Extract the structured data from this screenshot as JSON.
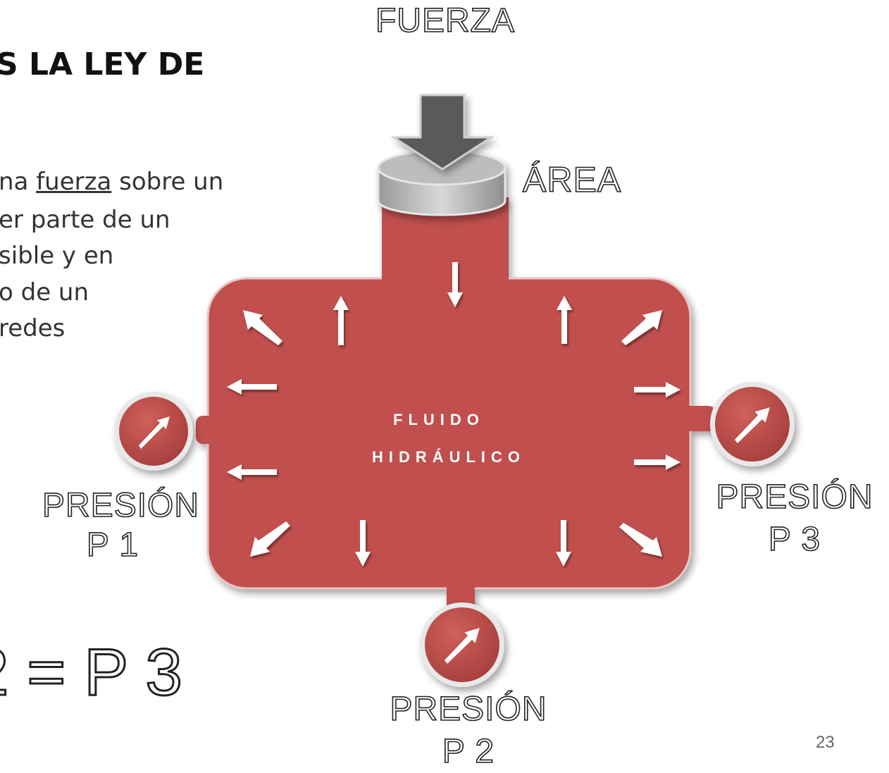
{
  "slide": {
    "title": "S LA LEY DE",
    "body": {
      "line1_pre": "na ",
      "line1_link": "fuerza",
      "line1_post": " sobre  un",
      "line2": "er parte de un",
      "line3": "sible  y en",
      "line4": "o de  un",
      "line5": "redes"
    },
    "equation": "2 = P 3",
    "page_number": "23"
  },
  "diagram": {
    "force_label": "FUERZA",
    "area_label": "ÁREA",
    "fluid_label_line1": "FLUIDO",
    "fluid_label_line2": "HIDRÁULICO",
    "gauge_p1": {
      "label_line1": "PRESIÓN",
      "label_line2": "P 1"
    },
    "gauge_p2": {
      "label_line1": "PRESIÓN",
      "label_line2": "P 2"
    },
    "gauge_p3": {
      "label_line1": "PRESIÓN",
      "label_line2": "P 3"
    },
    "colors": {
      "fluid": "#c0504d",
      "piston": "#b8b8b8",
      "force_arrow": "#555555",
      "arrows": "#ffffff"
    }
  }
}
